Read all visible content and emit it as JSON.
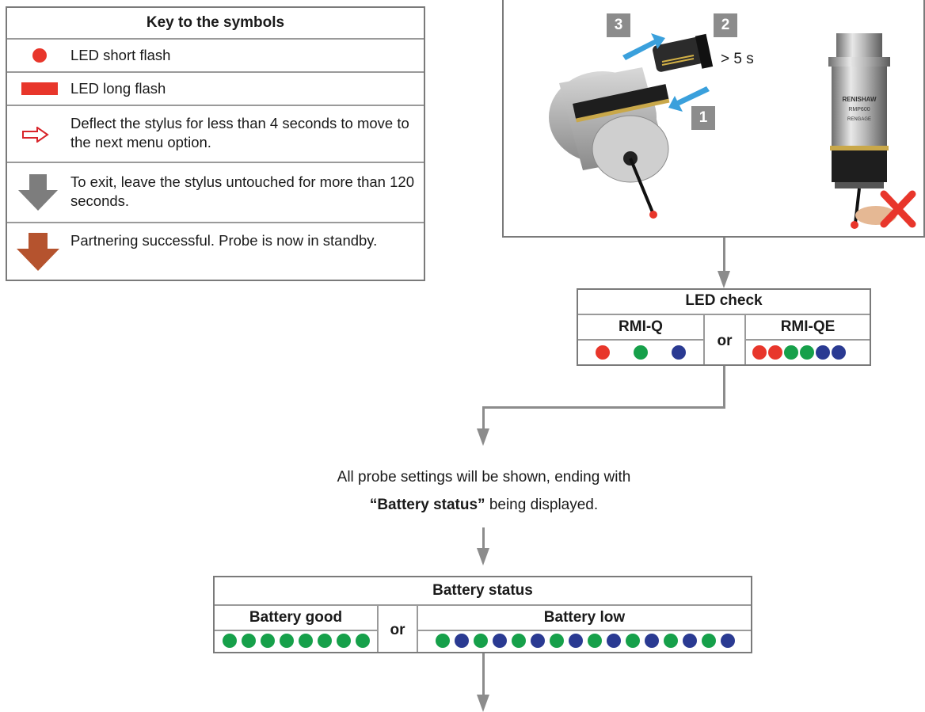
{
  "key": {
    "title": "Key to the symbols",
    "rows": [
      {
        "icon": "led-short-flash-icon",
        "text": "LED short flash"
      },
      {
        "icon": "led-long-flash-icon",
        "text": "LED long flash"
      },
      {
        "icon": "right-arrow-outline-icon",
        "text": "Deflect the stylus for less than 4 seconds to move to the next menu option."
      },
      {
        "icon": "grey-down-arrow-icon",
        "text": "To exit, leave the stylus untouched for more than 120 seconds."
      },
      {
        "icon": "brown-down-arrow-icon",
        "text": "Partnering successful. Probe is now in standby."
      }
    ]
  },
  "photo": {
    "badges": [
      "3",
      "2",
      "1"
    ],
    "timer_text": "> 5 s",
    "probe_brand": "RENISHAW",
    "probe_model": "RMP600",
    "probe_subbrand": "RENGAGE"
  },
  "led_check": {
    "title": "LED check",
    "left_label": "RMI-Q",
    "or": "or",
    "right_label": "RMI-QE"
  },
  "caption": {
    "line1": "All probe settings will be shown, ending with",
    "line2_bold": "“Battery status”",
    "line2_rest": " being displayed."
  },
  "battery": {
    "title": "Battery status",
    "good_label": "Battery good",
    "or": "or",
    "low_label": "Battery low"
  },
  "colors": {
    "red": "#e8362b",
    "green": "#16a04a",
    "blue": "#2a3a92",
    "arrow_red_outline": "#d8242a",
    "grey_arrow": "#7d7d7d",
    "brown_arrow": "#b5532e",
    "line": "#8c8c8c"
  }
}
